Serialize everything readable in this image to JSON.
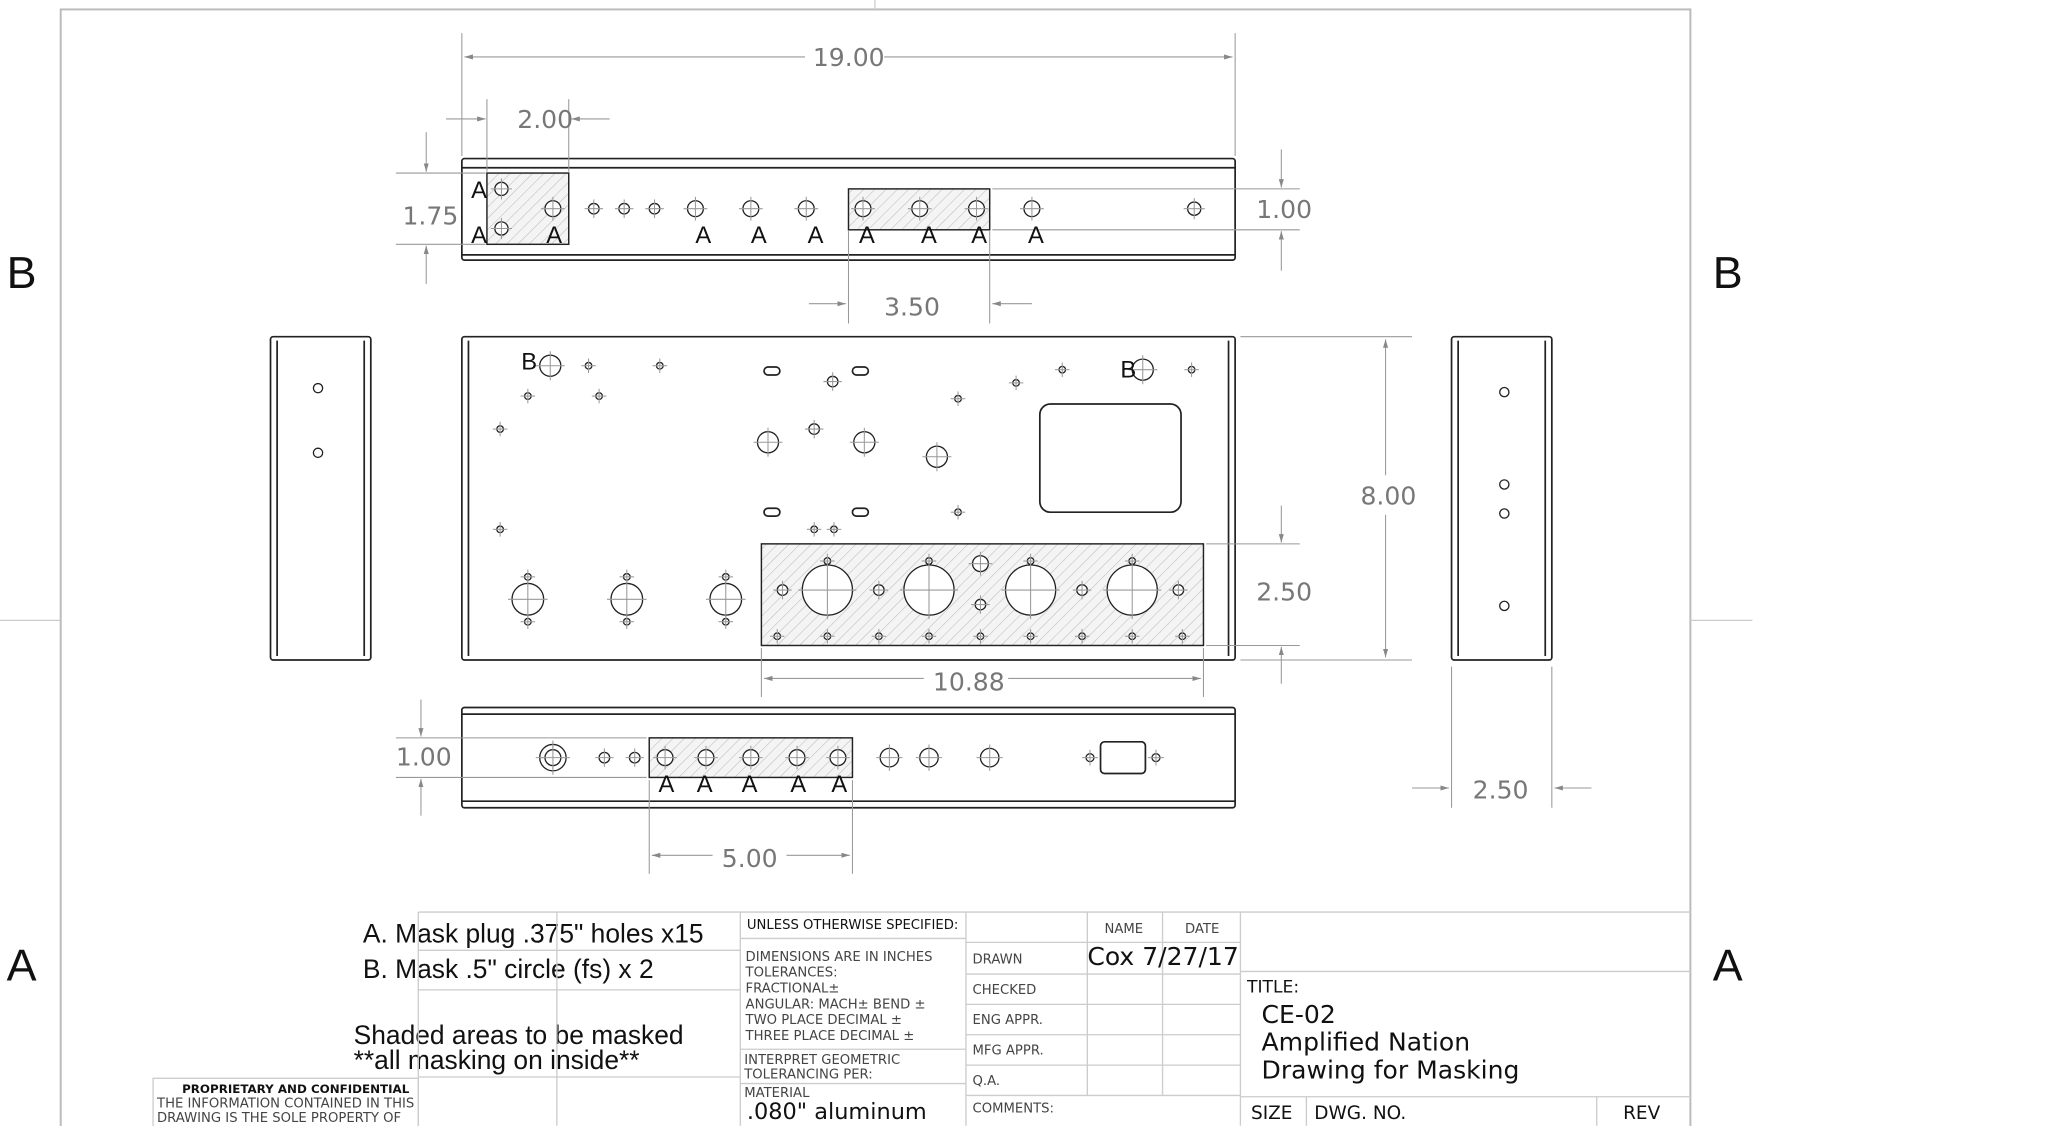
{
  "zones": {
    "top": "B",
    "bottom": "A"
  },
  "dimensions": {
    "top_length": "19.00",
    "top_offset": "2.00",
    "top_height": "1.75",
    "top_slot": "1.00",
    "top_mask_width": "3.50",
    "front_height": "8.00",
    "front_mask_height": "2.50",
    "front_mask_width": "10.88",
    "bottom_height": "1.00",
    "bottom_mask_width": "5.00",
    "side_depth": "2.50"
  },
  "mask_labels": {
    "a": "A",
    "b": "B"
  },
  "notes": {
    "a": "A. Mask plug .375\" holes x15",
    "b": "B. Mask .5\" circle (fs) x 2",
    "shaded": "Shaded areas to be masked",
    "inside": "**all masking on inside**"
  },
  "proprietary": {
    "heading": "PROPRIETARY AND CONFIDENTIAL",
    "line1": "THE INFORMATION CONTAINED IN THIS",
    "line2": "DRAWING IS THE SOLE PROPERTY OF"
  },
  "tolerances": {
    "header": "UNLESS OTHERWISE SPECIFIED:",
    "lines": [
      "DIMENSIONS ARE IN INCHES",
      "TOLERANCES:",
      "FRACTIONAL±",
      "ANGULAR: MACH±     BEND ±",
      "TWO PLACE DECIMAL    ±",
      "THREE PLACE DECIMAL  ±"
    ],
    "interpret1": "INTERPRET GEOMETRIC",
    "interpret2": "TOLERANCING PER:",
    "material_label": "MATERIAL",
    "material_value": ".080\" aluminum"
  },
  "signoff": {
    "name_header": "NAME",
    "date_header": "DATE",
    "rows": [
      "DRAWN",
      "CHECKED",
      "ENG APPR.",
      "MFG APPR.",
      "Q.A."
    ],
    "drawn_value": "Cox 7/27/17",
    "comments": "COMMENTS:"
  },
  "title_block": {
    "title_label": "TITLE:",
    "line1": "CE-02",
    "line2": "Amplified Nation",
    "line3": "Drawing for Masking",
    "size": "SIZE",
    "dwg_no": "DWG. NO.",
    "rev": "REV"
  }
}
